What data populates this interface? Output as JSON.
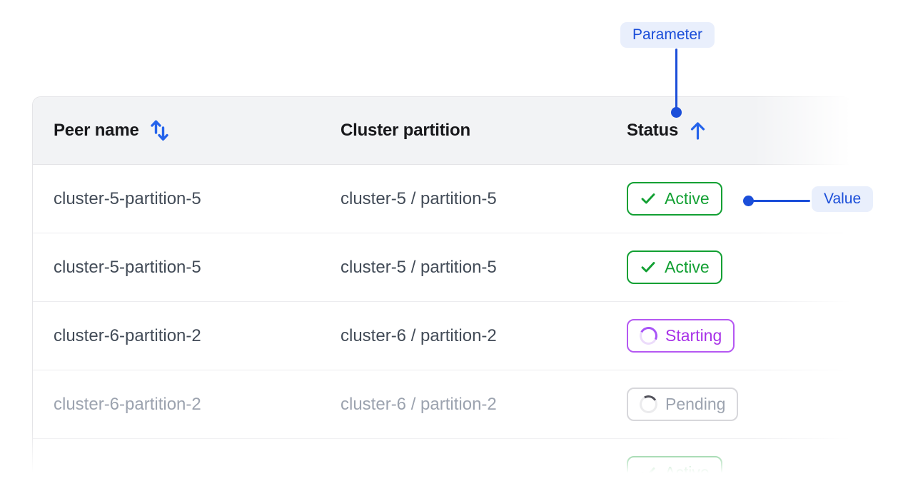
{
  "annotations": {
    "parameter_label": "Parameter",
    "value_label": "Value",
    "accent_blue": "#1b4ed9",
    "label_bg": "#e9effc"
  },
  "table": {
    "columns": [
      {
        "label": "Peer name",
        "sort_icon": "sort-up-down-icon",
        "sorted": "none"
      },
      {
        "label": "Cluster partition",
        "sort_icon": null,
        "sorted": "none"
      },
      {
        "label": "Status",
        "sort_icon": "sort-ascending-icon",
        "sorted": "ascending"
      }
    ],
    "rows": [
      {
        "peer_name": "cluster-5-partition-5",
        "cluster_partition": "cluster-5 / partition-5",
        "status": "Active",
        "status_state": "active",
        "status_icon": "check-icon",
        "muted": false
      },
      {
        "peer_name": "cluster-5-partition-5",
        "cluster_partition": "cluster-5 / partition-5",
        "status": "Active",
        "status_state": "active",
        "status_icon": "check-icon",
        "muted": false
      },
      {
        "peer_name": "cluster-6-partition-2",
        "cluster_partition": "cluster-6 / partition-2",
        "status": "Starting",
        "status_state": "starting",
        "status_icon": "spinner-icon",
        "muted": false
      },
      {
        "peer_name": "cluster-6-partition-2",
        "cluster_partition": "cluster-6 / partition-2",
        "status": "Pending",
        "status_state": "pending",
        "status_icon": "spinner-icon",
        "muted": true
      },
      {
        "peer_name": "",
        "cluster_partition": "",
        "status": "Active",
        "status_state": "active",
        "status_icon": "check-icon",
        "muted": false,
        "partial": true
      }
    ],
    "status_colors": {
      "active": "#12a033",
      "starting": "#a832e8",
      "pending": "#9ca3af"
    }
  }
}
